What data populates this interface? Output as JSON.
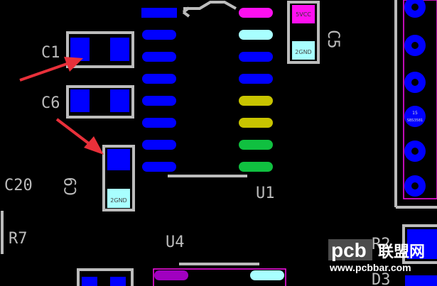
{
  "designators": {
    "c1": "C1",
    "c6": "C6",
    "c5": "C5",
    "c9": "C9",
    "c20": "C20",
    "r7": "R7",
    "u1": "U1",
    "u4": "U4",
    "r2": "R2",
    "d3": "D3"
  },
  "net_labels": {
    "c5_top": "5VCC",
    "c5_bottom": "2GND",
    "c9_bottom": "2GND",
    "connector_pin": "15",
    "connector_net": "SBS3581"
  },
  "watermark": {
    "brand": "pcb",
    "cn": "联盟网",
    "url": "www.pcbbar.com"
  },
  "colors": {
    "background": "#000000",
    "silkscreen": "#bcbcbc",
    "pad_blue": "#0000ff",
    "net_magenta": "#ff10f0",
    "net_cyan": "#a8ffff",
    "net_yellow": "#c8c400",
    "net_green": "#10c040",
    "net_purple": "#a000c0",
    "arrow_red": "#e8303a"
  }
}
